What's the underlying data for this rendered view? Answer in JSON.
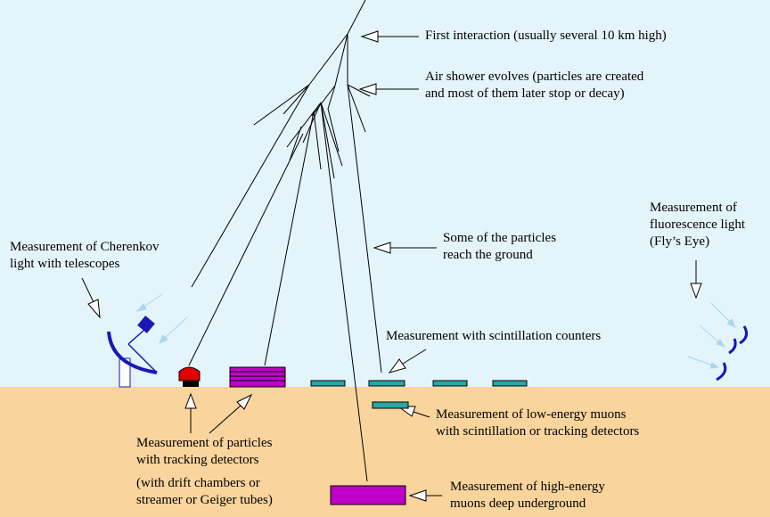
{
  "colors": {
    "sky": "#e4f4fb",
    "ground": "#f9d49c",
    "detector_cyan": "#2aa6a6",
    "purple": "#c000c8",
    "red_detector": "#e00000",
    "telescope_blue": "#1818b8",
    "light_ray": "#a8d8f0"
  },
  "labels": {
    "first_interaction": [
      "First interaction (usually several 10 km high)"
    ],
    "air_shower": [
      "Air shower evolves (particles are created",
      "and most of them later stop or decay)"
    ],
    "reach_ground": [
      "Some of the particles",
      "reach the ground"
    ],
    "fluorescence": [
      "Measurement of",
      "fluorescence light",
      "(Fly’s Eye)"
    ],
    "cherenkov": [
      "Measurement of Cherenkov",
      "light with telescopes"
    ],
    "scintillation": [
      "Measurement with scintillation counters"
    ],
    "low_energy_muons": [
      "Measurement of low-energy muons",
      "with scintillation or tracking detectors"
    ],
    "tracking": [
      "Measurement of particles",
      "with tracking detectors"
    ],
    "drift_chambers": [
      "(with drift chambers or",
      "streamer or Geiger tubes)"
    ],
    "high_energy_muons": [
      "Measurement of high-energy",
      "muons deep underground"
    ]
  }
}
